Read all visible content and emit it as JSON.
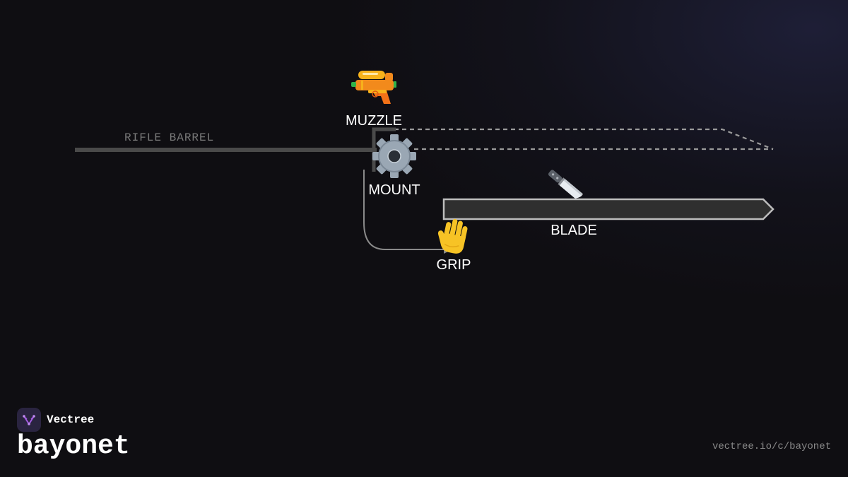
{
  "diagram": {
    "labels": {
      "barrel": "RIFLE BARREL",
      "muzzle": "MUZZLE",
      "mount": "MOUNT",
      "blade": "BLADE",
      "grip": "GRIP"
    },
    "icons": {
      "muzzle": "water-pistol-icon",
      "mount": "gear-icon",
      "blade": "kitchen-knife-icon",
      "grip": "raised-hand-icon"
    },
    "colors": {
      "barrel": "#4a4a4a",
      "blade_fill": "#2f2f2f",
      "blade_outline": "#bdbdbd",
      "dashed": "#9a9a9a",
      "connector": "#8a8a8a"
    }
  },
  "footer": {
    "brand_name": "Vectree",
    "title": "bayonet",
    "url": "vectree.io/c/bayonet"
  },
  "brand": {
    "logo_icon": "vectree-logo-icon",
    "accent": "#a35be0"
  }
}
